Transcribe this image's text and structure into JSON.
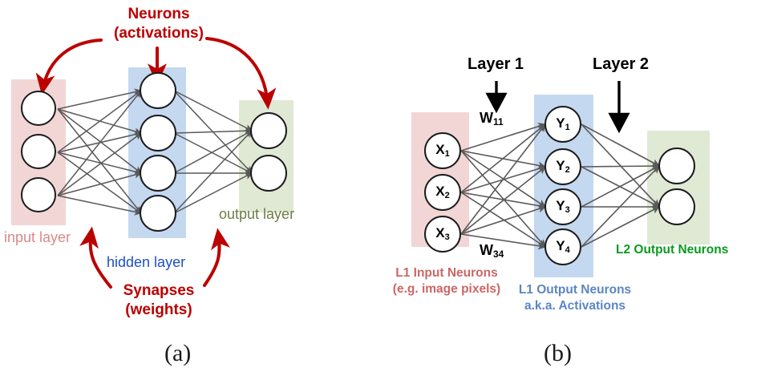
{
  "figure": {
    "caption_a": "(a)",
    "caption_b": "(b)",
    "colors": {
      "input_band": "#f2d6d6",
      "hidden_band": "#c4d8f0",
      "output_band": "#dfe9d4",
      "annotation_red": "#bb0000",
      "input_text": "#d98a86",
      "hidden_text": "#1f4fc4",
      "output_text": "#6f7d44",
      "b_input_text": "#cc6666",
      "b_hidden_text": "#5b86c4",
      "b_output_text": "#0a9a1e",
      "edge": "#595959",
      "neuron_stroke": "#1b1b1b"
    }
  },
  "panel_a": {
    "annotations": {
      "neurons_line1": "Neurons",
      "neurons_line2": "(activations)",
      "synapses_line1": "Synapses",
      "synapses_line2": "(weights)"
    },
    "layer_labels": {
      "input": "input layer",
      "hidden": "hidden layer",
      "output": "output layer"
    },
    "layers": [
      {
        "name": "input layer",
        "neuron_count": 3
      },
      {
        "name": "hidden layer",
        "neuron_count": 4
      },
      {
        "name": "output layer",
        "neuron_count": 2
      }
    ]
  },
  "panel_b": {
    "layer_markers": {
      "layer1": "Layer 1",
      "layer2": "Layer 2"
    },
    "weights": {
      "first": "W",
      "first_sub": "11",
      "last": "W",
      "last_sub": "34"
    },
    "input_neurons": [
      {
        "symbol": "X",
        "sub": "1"
      },
      {
        "symbol": "X",
        "sub": "2"
      },
      {
        "symbol": "X",
        "sub": "3"
      }
    ],
    "hidden_neurons": [
      {
        "symbol": "Y",
        "sub": "1"
      },
      {
        "symbol": "Y",
        "sub": "2"
      },
      {
        "symbol": "Y",
        "sub": "3"
      },
      {
        "symbol": "Y",
        "sub": "4"
      }
    ],
    "output_neuron_count": 2,
    "labels": {
      "input_line1": "L1 Input Neurons",
      "input_line2": "(e.g. image pixels)",
      "hidden_line1": "L1 Output Neurons",
      "hidden_line2": "a.k.a. Activations",
      "output": "L2 Output Neurons"
    }
  }
}
